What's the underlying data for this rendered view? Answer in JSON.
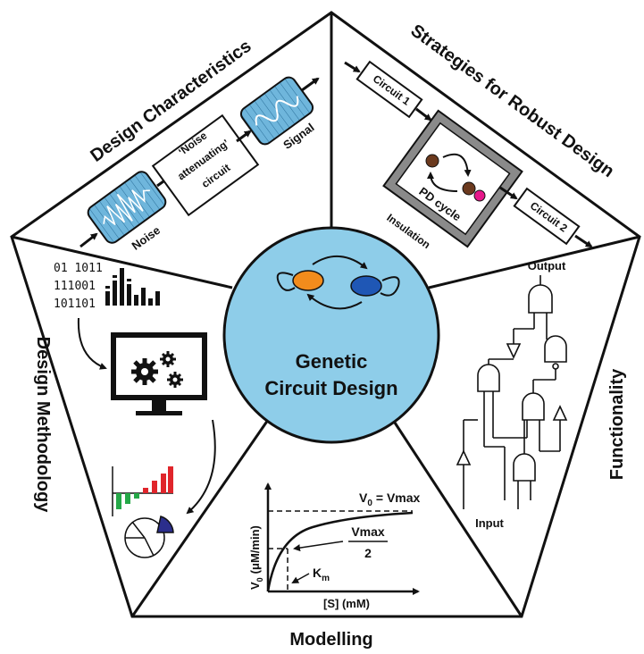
{
  "center": {
    "line1": "Genetic",
    "line2": "Circuit Design"
  },
  "sections": {
    "top_left": "Design Characteristics",
    "top_right": "Strategies for Robust Design",
    "right": "Functionality",
    "bottom": "Modelling",
    "left": "Design Methodology"
  },
  "design_characteristics": {
    "noise": "Noise",
    "circuit": [
      "‘Noise",
      "attenuating’",
      "circuit"
    ],
    "signal": "Signal"
  },
  "robust_design": {
    "circuit1": "Circuit 1",
    "circuit2": "Circuit 2",
    "cycle": "PD cycle",
    "insulation": "Insulation"
  },
  "functionality": {
    "output": "Output",
    "input": "Input"
  },
  "modelling": {
    "v0_eq": "= Vmax",
    "v_sub": "0",
    "half_num": "Vmax",
    "half_den": "2",
    "km": "K",
    "km_sub": "m",
    "xlabel": "[S] (mM)",
    "ylabel_main": "V",
    "ylabel_sub": "0",
    "ylabel_unit": "(μM/min)"
  },
  "methodology": {
    "binary": [
      "01 1011",
      "111001",
      "101101"
    ]
  },
  "colors": {
    "hub": "#8ecde9",
    "orange": "#f28c1c",
    "blue": "#1f57b5",
    "noise_box": "#6fb6dc",
    "brown": "#6b3a1e",
    "magenta": "#e6178a",
    "insulation": "#8a8a8a",
    "bar_red": "#e0252b",
    "bar_green": "#25a848",
    "pie_blue": "#2b2e8c"
  }
}
